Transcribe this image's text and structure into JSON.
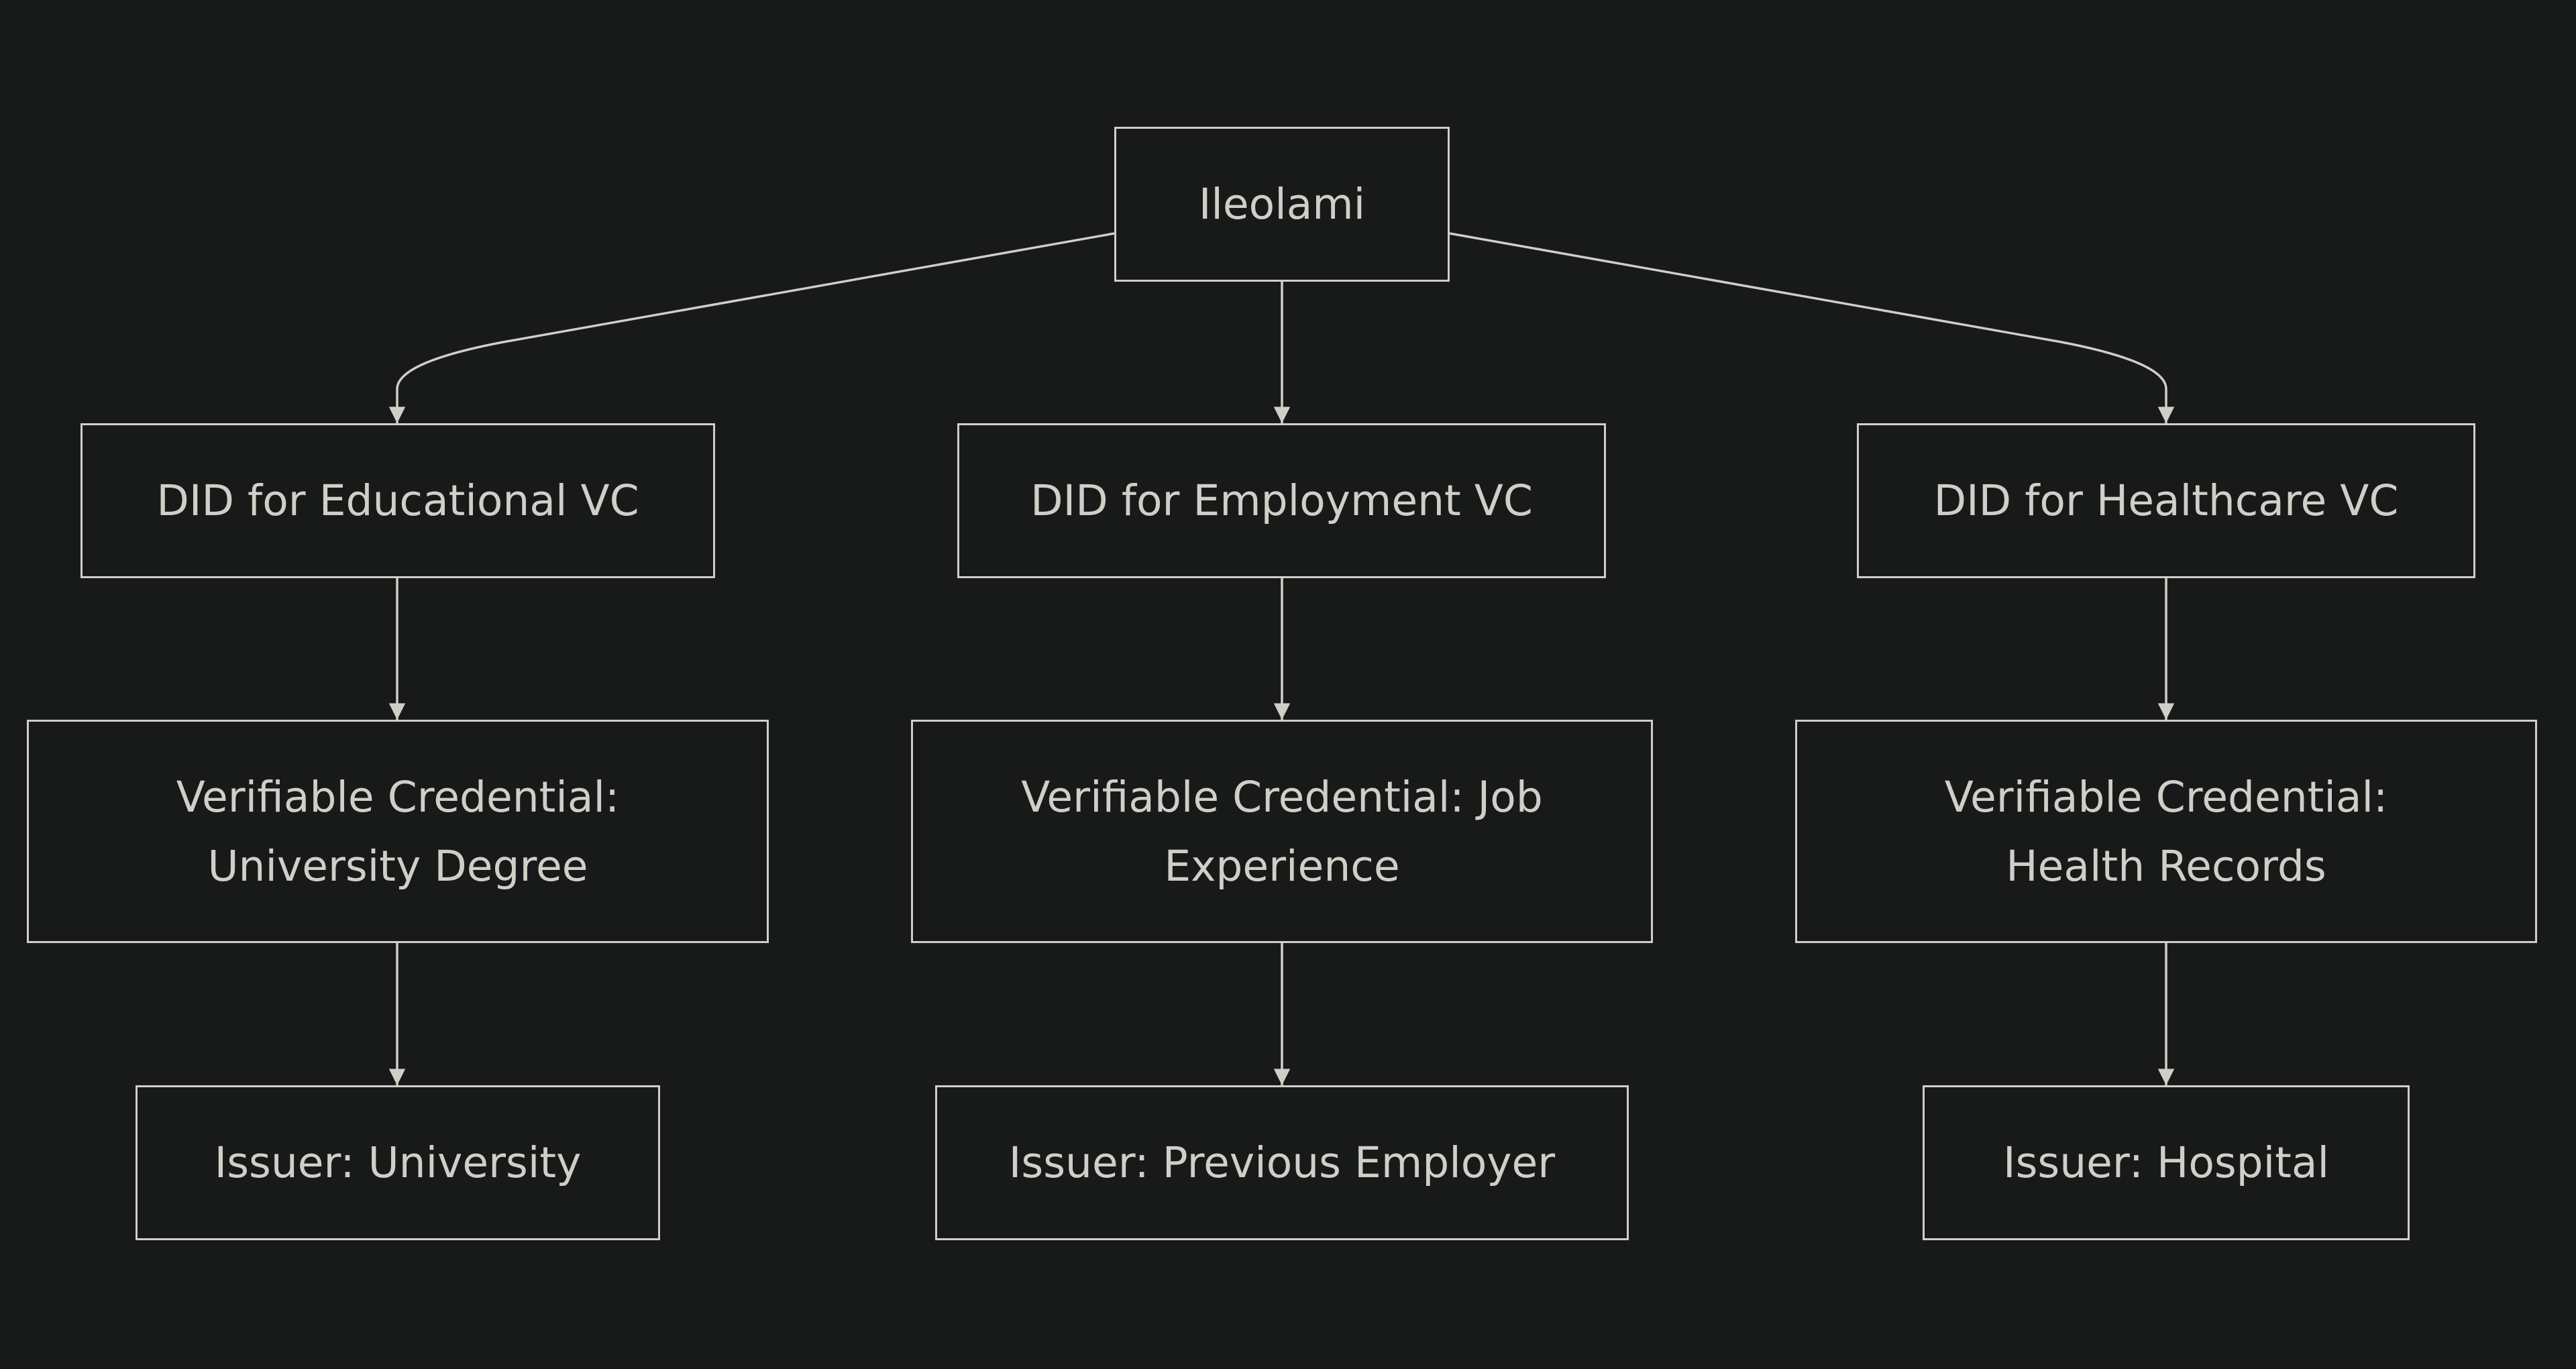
{
  "diagram": {
    "type": "flowchart",
    "direction": "top-down",
    "colors": {
      "background": "#181a1a",
      "stroke": "#cfcfc7",
      "text": "#cfcfc7"
    },
    "nodes": {
      "root": {
        "label": "Ileolami"
      },
      "did_edu": {
        "label": "DID for Educational VC"
      },
      "did_emp": {
        "label": "DID for Employment VC"
      },
      "did_health": {
        "label": "DID for Healthcare VC"
      },
      "vc_edu": {
        "line1": "Verifiable Credential:",
        "line2": "University Degree"
      },
      "vc_emp": {
        "line1": "Verifiable Credential: Job",
        "line2": "Experience"
      },
      "vc_health": {
        "line1": "Verifiable Credential:",
        "line2": "Health Records"
      },
      "iss_edu": {
        "label": "Issuer: University"
      },
      "iss_emp": {
        "label": "Issuer: Previous Employer"
      },
      "iss_health": {
        "label": "Issuer: Hospital"
      }
    },
    "edges": [
      {
        "from": "root",
        "to": "did_edu"
      },
      {
        "from": "root",
        "to": "did_emp"
      },
      {
        "from": "root",
        "to": "did_health"
      },
      {
        "from": "did_edu",
        "to": "vc_edu"
      },
      {
        "from": "did_emp",
        "to": "vc_emp"
      },
      {
        "from": "did_health",
        "to": "vc_health"
      },
      {
        "from": "vc_edu",
        "to": "iss_edu"
      },
      {
        "from": "vc_emp",
        "to": "iss_emp"
      },
      {
        "from": "vc_health",
        "to": "iss_health"
      }
    ]
  }
}
